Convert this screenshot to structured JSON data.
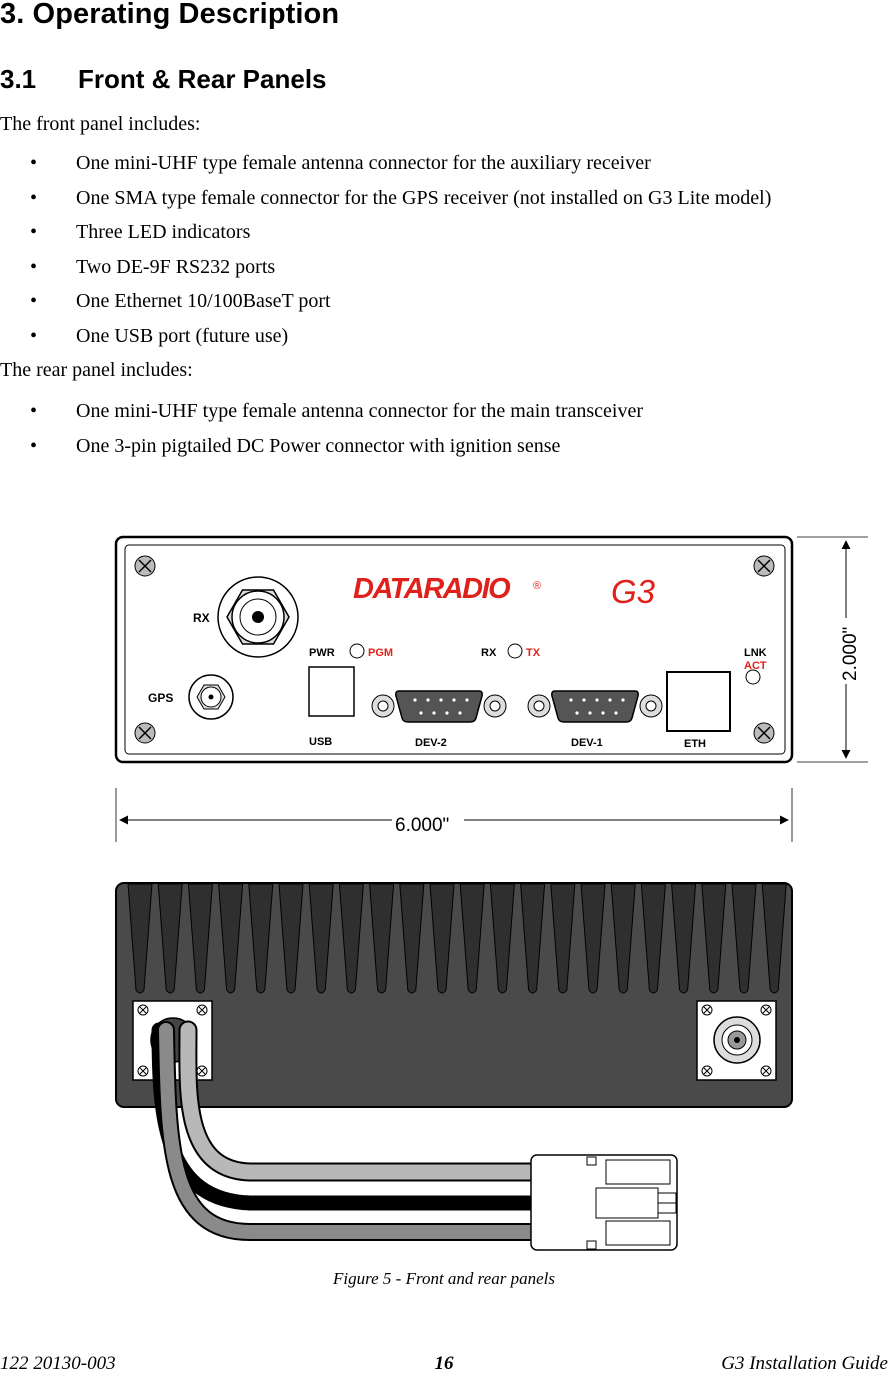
{
  "heading": {
    "chapter": "3. Operating Description",
    "section_number": "3.1",
    "section_title": "Front & Rear Panels"
  },
  "front_intro": "The front panel includes:",
  "front_items": [
    "One mini-UHF type female antenna connector for the auxiliary receiver",
    "One SMA type female connector for the GPS receiver (not installed on G3 Lite model)",
    "Three LED indicators",
    "Two  DE-9F RS232 ports",
    "One Ethernet 10/100BaseT port",
    "One USB port (future use)"
  ],
  "rear_intro": "The rear panel includes:",
  "rear_items": [
    "One mini-UHF type female antenna connector for the main transceiver",
    "One 3-pin pigtailed DC Power connector with ignition sense"
  ],
  "bullet": "•",
  "front_panel": {
    "brand": "DATARADIO",
    "registered": "®",
    "model": "G3",
    "labels": {
      "rx_antenna": "RX",
      "gps": "GPS",
      "pwr": "PWR",
      "pgm": "PGM",
      "rx_led": "RX",
      "tx_led": "TX",
      "lnk": "LNK",
      "act": "ACT",
      "usb": "USB",
      "dev2": "DEV-2",
      "dev1": "DEV-1",
      "eth": "ETH"
    },
    "dim_height": "2.000\"",
    "dim_width": "6.000\""
  },
  "colors": {
    "red_label": "#e0201a",
    "heatsink": "#4a4a4a",
    "fin": "#2f2f2f"
  },
  "caption": "Figure 5 - Front and rear panels",
  "footer": {
    "doc_number": "122 20130-003",
    "page": "16",
    "title": "G3 Installation Guide"
  }
}
